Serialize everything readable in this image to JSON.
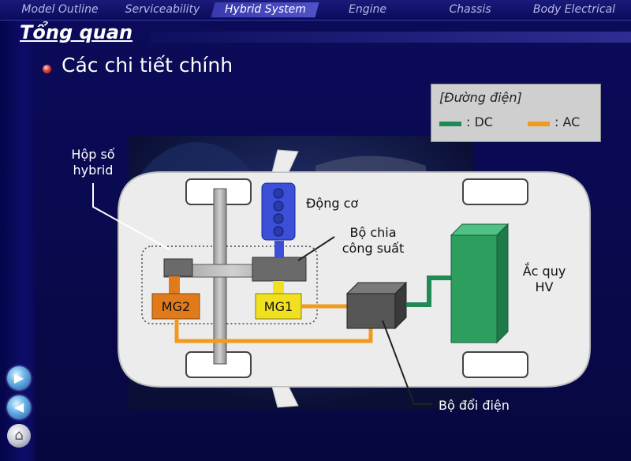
{
  "nav": {
    "items": [
      {
        "label": "Model Outline"
      },
      {
        "label": "Serviceability"
      },
      {
        "label": "Hybrid System",
        "active": true
      },
      {
        "label": "Engine"
      },
      {
        "label": "Chassis"
      },
      {
        "label": "Body Electrical"
      }
    ]
  },
  "page": {
    "title": "Tổng quan",
    "subtitle": "Các chi tiết chính"
  },
  "legend": {
    "title": "[Đường điện]",
    "dc_label": ": DC",
    "ac_label": ": AC",
    "dc_color": "#1f8a55",
    "ac_color": "#f29a1f"
  },
  "diagram": {
    "labels": {
      "hybrid_transaxle_line1": "Hộp số",
      "hybrid_transaxle_line2": "hybrid",
      "engine": "Động cơ",
      "power_split_line1": "Bộ chia",
      "power_split_line2": "công suất",
      "mg1": "MG1",
      "mg2": "MG2",
      "hv_battery_line1": "Ắc quy",
      "hv_battery_line2": "HV",
      "inverter": "Bộ đổi điện"
    },
    "colors": {
      "car_body": "#eeeeee",
      "battery": "#2e9e5e",
      "engine": "#3b4fd8",
      "mg1": "#f0e020",
      "mg2": "#e07a1a",
      "inverter": "#555555"
    }
  },
  "side_nav": {
    "forward_icon": "arrow-right-icon",
    "back_icon": "arrow-left-icon",
    "home_icon": "home-icon"
  }
}
